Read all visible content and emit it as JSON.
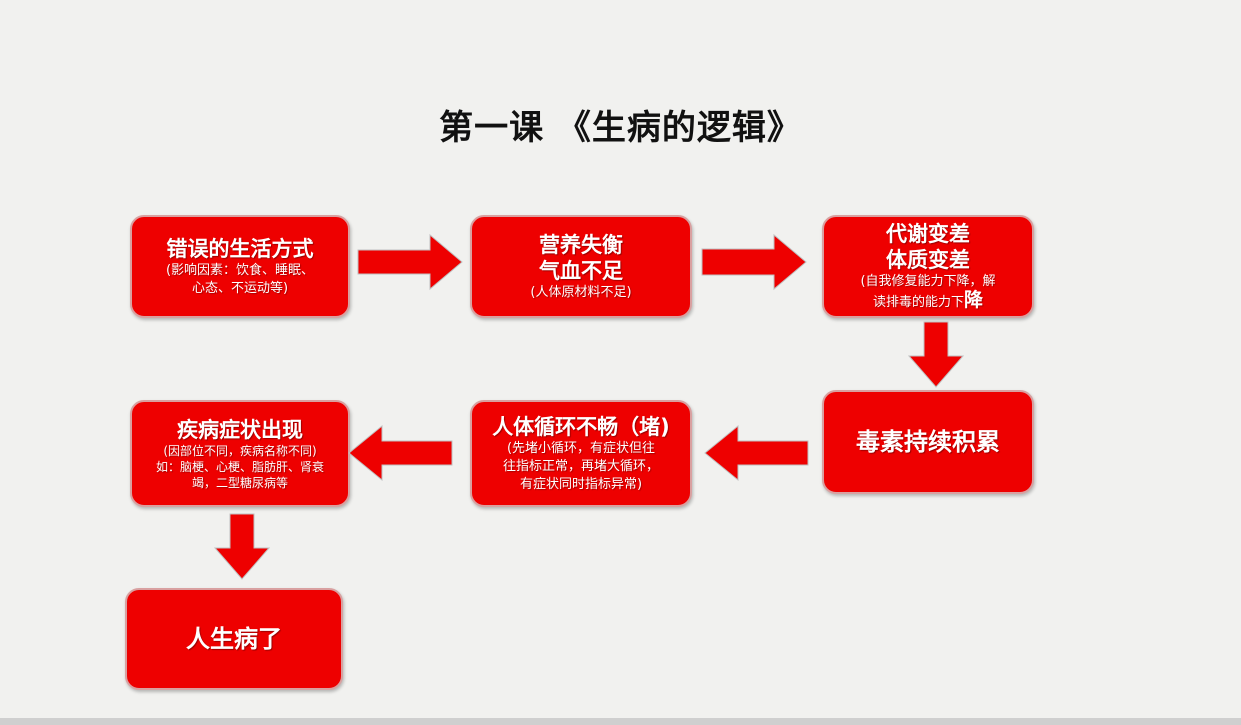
{
  "title": "第一课 《生病的逻辑》",
  "boxes": {
    "b1": {
      "head": "错误的生活方式",
      "sub1": "(影响因素：饮食、睡眠、",
      "sub2": "心态、不运动等)"
    },
    "b2": {
      "head1": "营养失衡",
      "head2": "气血不足",
      "sub": "(人体原材料不足)"
    },
    "b3": {
      "head1": "代谢变差",
      "head2": "体质变差",
      "sub1": "(自我修复能力下降，解",
      "sub2a": "读排毒的能力下",
      "sub2b": "降"
    },
    "b4": {
      "head": "毒素持续积累"
    },
    "b5": {
      "head": "人体循环不畅（堵)",
      "sub1": "(先堵小循环，有症状但往",
      "sub2": "往指标正常，再堵大循环，",
      "sub3": "有症状同时指标异常)"
    },
    "b6": {
      "head": "疾病症状出现",
      "sub1": "(因部位不同，疾病名称不同)",
      "sub2": "如：脑梗、心梗、脂肪肝、肾衰",
      "sub3": "竭，二型糖尿病等"
    },
    "b7": {
      "head": "人生病了"
    }
  },
  "colors": {
    "box_fill": "#ee0000",
    "arrow_fill": "#ee0000",
    "title_text": "#111111"
  }
}
